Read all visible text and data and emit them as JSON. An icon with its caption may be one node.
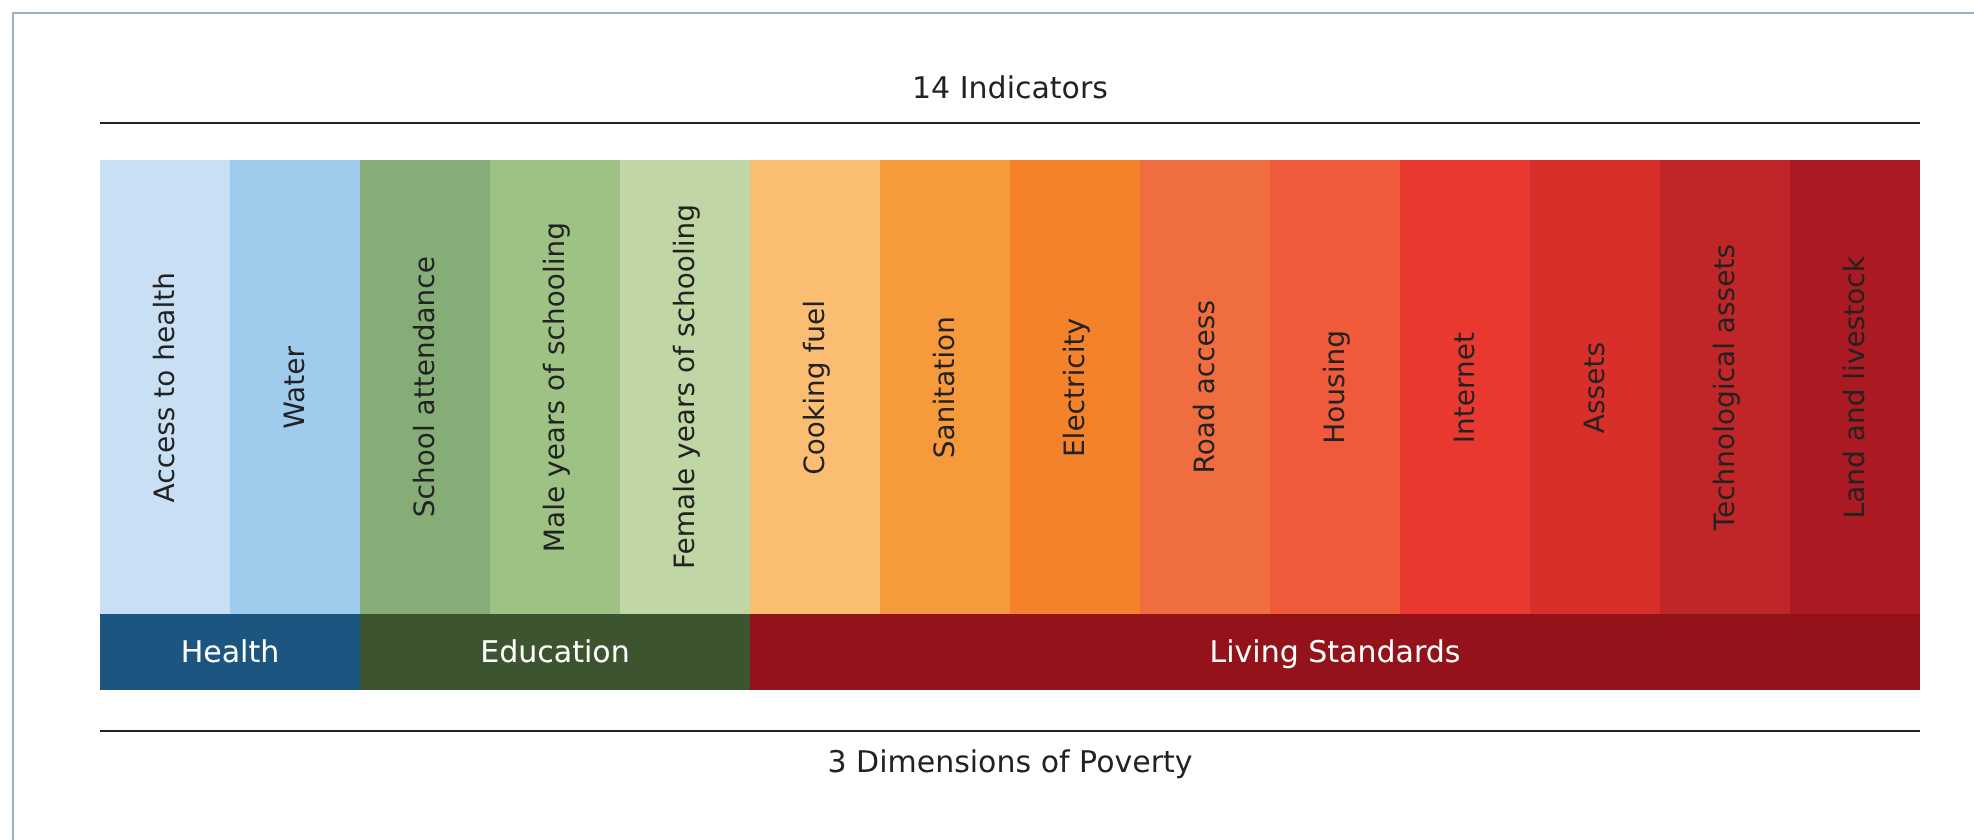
{
  "diagram": {
    "title": "14 Indicators",
    "caption": "3 Dimensions of Poverty",
    "nodes": [
      {
        "text": [
          "Access to health"
        ]
      },
      {
        "text": [
          "Water"
        ]
      },
      {
        "text": [
          "School attendance"
        ]
      },
      {
        "text": [
          "Male years of schooling"
        ]
      },
      {
        "text": [
          "Female years of schooling"
        ]
      },
      {
        "text": [
          "Cooking fuel"
        ]
      },
      {
        "text": [
          "Sanitation"
        ]
      },
      {
        "text": [
          "Electricity"
        ]
      },
      {
        "text": [
          "Road access"
        ]
      },
      {
        "text": [
          "Housing"
        ]
      },
      {
        "text": [
          "Internet"
        ]
      },
      {
        "text": [
          "Assets"
        ]
      },
      {
        "text": [
          "Technological assets"
        ]
      },
      {
        "text": [
          "Land and livestock"
        ]
      },
      {
        "text": [
          "Health"
        ]
      },
      {
        "text": [
          "Education"
        ]
      },
      {
        "text": [
          "Living Standards"
        ]
      }
    ],
    "edges": []
  }
}
